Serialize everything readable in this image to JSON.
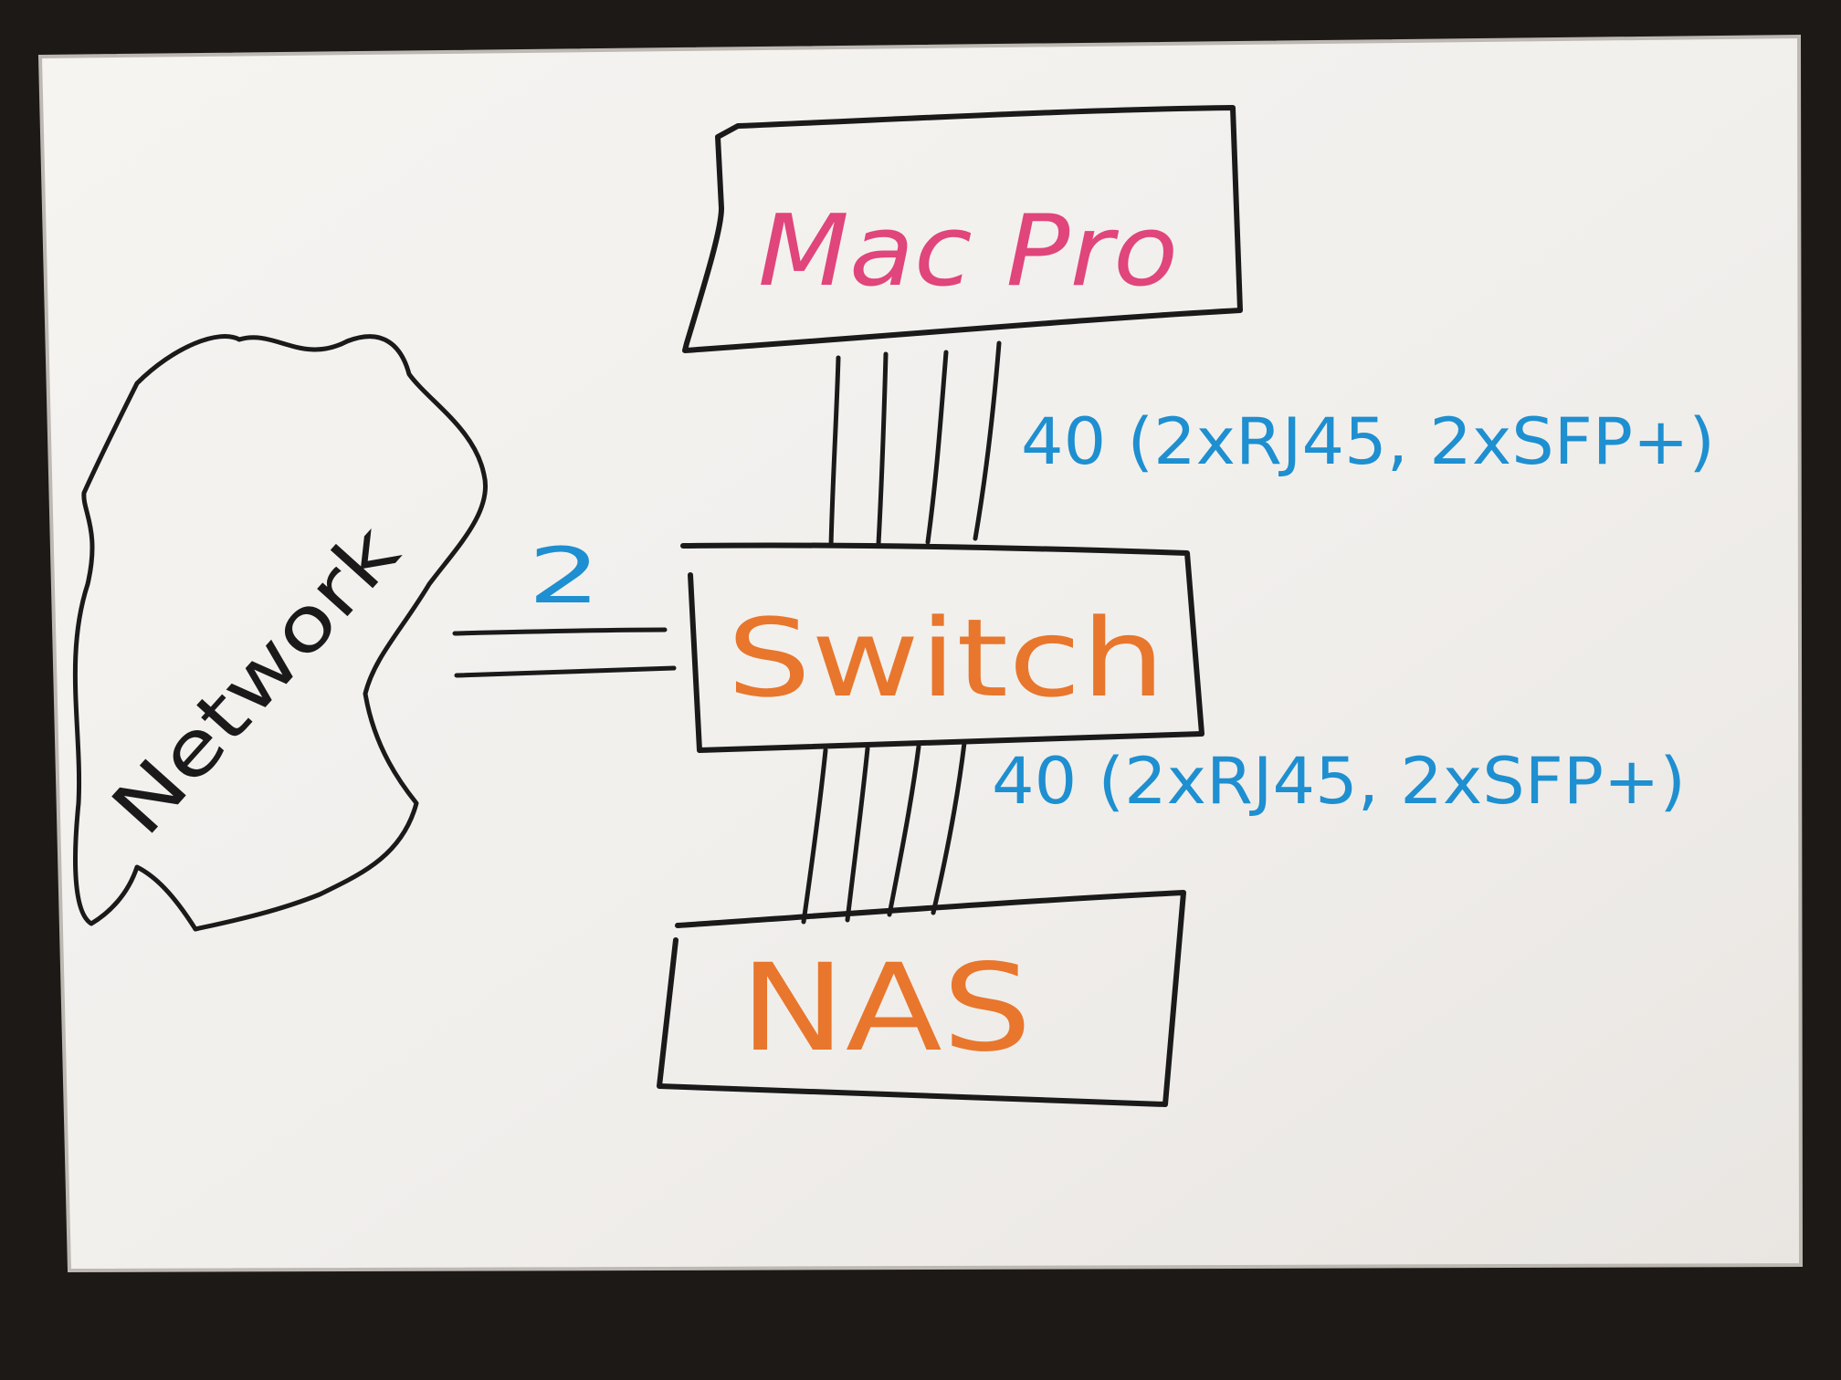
{
  "nodes": {
    "mac_pro": {
      "label": "Mac Pro"
    },
    "switch": {
      "label": "Switch"
    },
    "nas": {
      "label": "NAS"
    },
    "network": {
      "label": "Network"
    }
  },
  "links": {
    "mac_to_switch": {
      "label": "40 (2xRJ45, 2xSFP+)",
      "cable_count": 4
    },
    "switch_to_nas": {
      "label": "40 (2xRJ45, 2xSFP+)",
      "cable_count": 4
    },
    "network_to_switch": {
      "label": "2",
      "cable_count": 2
    }
  },
  "colors": {
    "frame": "#1c1917",
    "board": "#f4f2ef",
    "ink_black": "#1a1a1a",
    "ink_pink": "#e0457b",
    "ink_orange": "#e8762c",
    "ink_blue": "#1e8fd0"
  }
}
